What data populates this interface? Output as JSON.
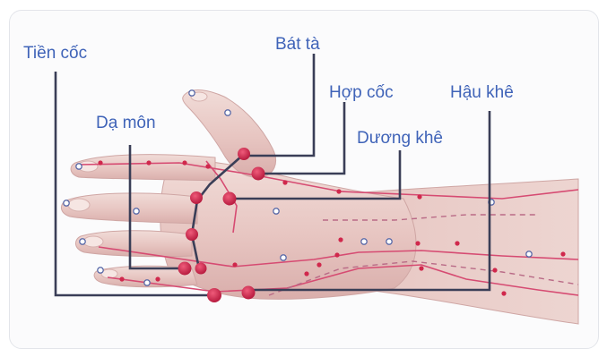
{
  "labels": {
    "tien_coc": "Tiền cốc",
    "bat_ta": "Bát tà",
    "hop_coc": "Hợp cốc",
    "hau_khe": "Hậu khê",
    "da_mon": "Dạ môn",
    "duong_khe": "Dương khê"
  },
  "colors": {
    "label_text": "#3f63b8",
    "leader_line": "#3a3e57",
    "acupoint": "#d0284c",
    "meridian_line": "#d64b72",
    "skin": "#e9c9c5",
    "skin_shadow": "#cfa6a4",
    "frame_border": "#e3e5ea"
  }
}
